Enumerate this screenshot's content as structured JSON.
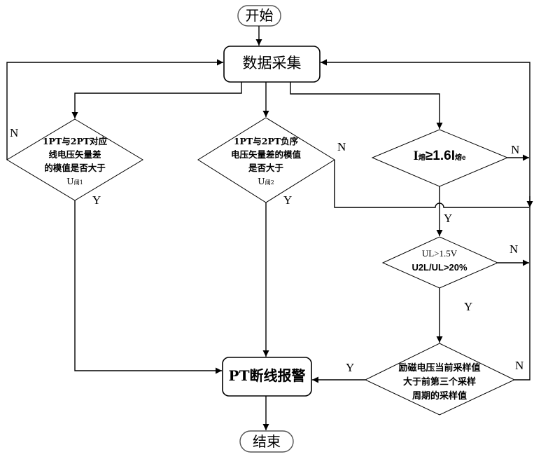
{
  "flowchart": {
    "start": {
      "label": "开始"
    },
    "collect": {
      "label": "数据采集"
    },
    "decision1": {
      "lines": [
        "1PT与2PT对应",
        "线电压矢量差",
        "的模值是否大于"
      ],
      "threshold_main": "U",
      "threshold_sub": "阈1"
    },
    "decision2": {
      "lines": [
        "1PT与2PT负序",
        "电压矢量差的模值",
        "是否大于"
      ],
      "threshold_main": "U",
      "threshold_sub": "阈2"
    },
    "decision3": {
      "part1": "I",
      "sub1": "熔",
      "part2": "≥1.6I",
      "sub2": "熔e"
    },
    "decision4": {
      "lines": [
        "UL>1.5V",
        "U2L/UL>20%"
      ]
    },
    "decision5": {
      "lines": [
        "励磁电压当前采样值",
        "大于前第三个采样",
        "周期的采样值"
      ]
    },
    "alarm": {
      "label": "PT断线报警"
    },
    "end": {
      "label": "结束"
    },
    "branch_labels": {
      "d1_no": "N",
      "d1_yes": "Y",
      "d2_no": "N",
      "d2_yes": "Y",
      "d3_no": "N",
      "d3_yes": "Y",
      "d4_no": "N",
      "d4_yes": "Y",
      "d5_no": "N",
      "d5_yes": "Y"
    }
  }
}
